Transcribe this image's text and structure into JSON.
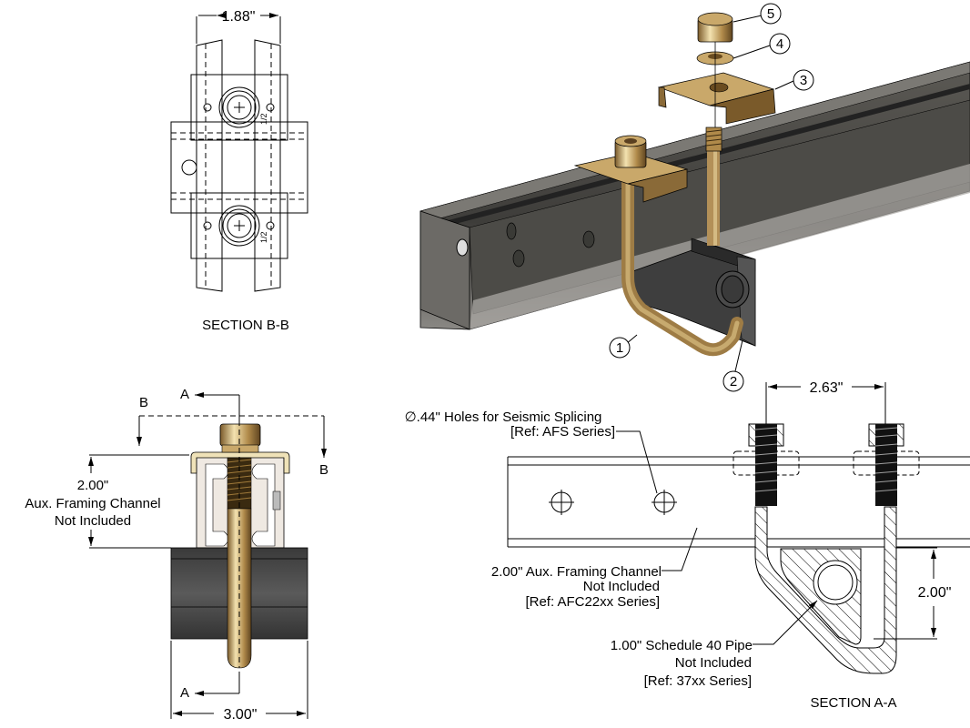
{
  "title": "Seismic Pipe Hanger Assembly Drawing",
  "views": {
    "section_bb": {
      "caption": "SECTION B-B",
      "dim_width": "1.88\"",
      "thread_note": "1/2"
    },
    "front_view": {
      "dim_height": "2.00\"",
      "channel_note_line1": "Aux. Framing Channel",
      "channel_note_line2": "Not Included",
      "dim_width": "3.00\"",
      "section_a_label_top": "A",
      "section_a_label_bottom": "A",
      "section_b_label_left": "B",
      "section_b_label_right": "B"
    },
    "isometric": {
      "balloons": [
        "1",
        "2",
        "3",
        "4",
        "5"
      ]
    },
    "section_aa": {
      "caption": "SECTION A-A",
      "dim_spacing": "2.63\"",
      "dim_height": "2.00\"",
      "holes_note_line1": "∅.44\" Holes for Seismic Splicing",
      "holes_note_line2": "[Ref: AFS Series]",
      "channel_note_line1": "2.00\" Aux. Framing Channel",
      "channel_note_line2": "Not Included",
      "channel_note_line3": "[Ref: AFC22xx Series]",
      "pipe_note_line1": "1.00\" Schedule 40 Pipe",
      "pipe_note_line2": "Not Included",
      "pipe_note_line3": "[Ref: 37xx Series]"
    }
  },
  "colors": {
    "brass": "#c9a86a",
    "brass_dark": "#8a6a38",
    "channel_dark": "#4a4a46",
    "pipe_gray": "#505050"
  }
}
